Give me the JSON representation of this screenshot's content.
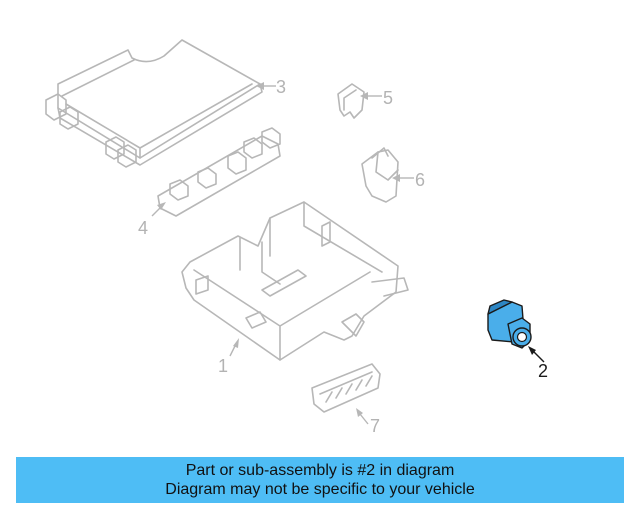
{
  "callouts": {
    "c1": "1",
    "c2": "2",
    "c3": "3",
    "c4": "4",
    "c5": "5",
    "c6": "6",
    "c7": "7"
  },
  "highlight_color": "#4aaeea",
  "banner": {
    "line1": "Part or sub-assembly is #2 in diagram",
    "line2": "Diagram may not be specific to your vehicle",
    "background": "#4ebdf5"
  }
}
